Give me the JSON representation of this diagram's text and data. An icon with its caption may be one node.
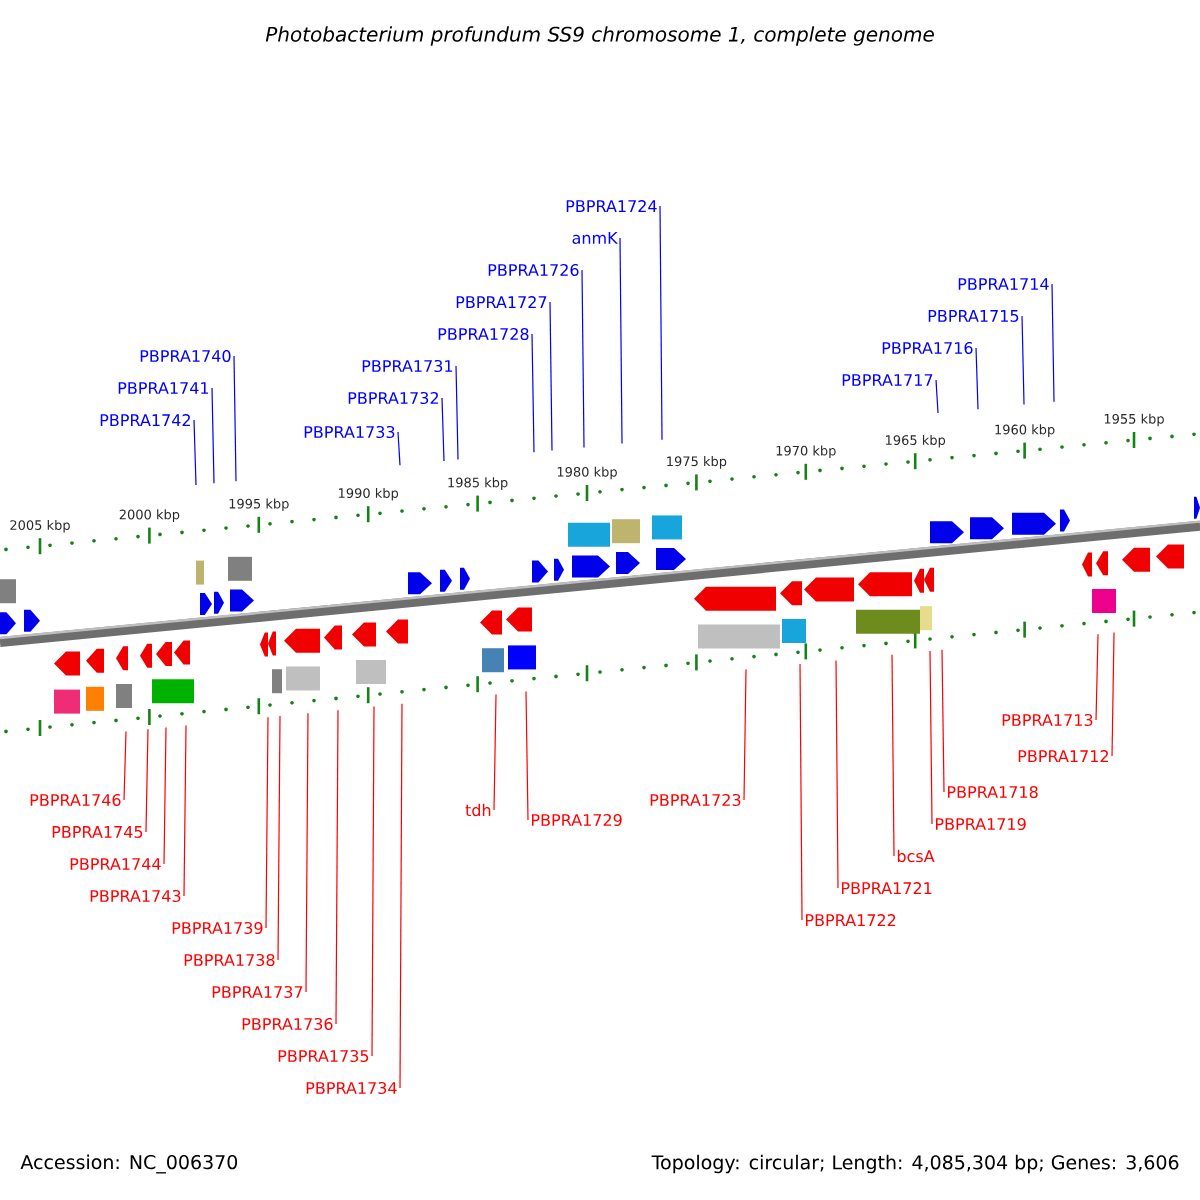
{
  "diagram": {
    "title": "Photobacterium profundum SS9 chromosome 1, complete genome",
    "nodes": [
      {
        "text": [
          "PBPRA1732"
        ]
      },
      {
        "text": [
          "PBPRA1715"
        ]
      },
      {
        "text": [
          "PBPRA1727"
        ]
      },
      {
        "text": [
          "PBPRA1714"
        ]
      },
      {
        "text": [
          "PBPRA1726"
        ]
      },
      {
        "text": [
          "PBPRA1731"
        ]
      },
      {
        "text": [
          "PBPRA1716"
        ]
      },
      {
        "text": [
          "PBPRA1741"
        ]
      },
      {
        "text": [
          "PBPRA1717"
        ]
      },
      {
        "text": [
          "anmK"
        ]
      },
      {
        "text": [
          "PBPRA1728"
        ]
      },
      {
        "text": [
          "PBPRA1724"
        ]
      },
      {
        "text": [
          "PBPRA1740"
        ]
      },
      {
        "text": [
          "PBPRA1733"
        ]
      },
      {
        "text": [
          "PBPRA1742"
        ]
      },
      {
        "text": [
          "PBPRA1713"
        ]
      },
      {
        "text": [
          "PBPRA1712"
        ]
      },
      {
        "text": [
          "PBPRA1723"
        ]
      },
      {
        "text": [
          "PBPRA1718"
        ]
      },
      {
        "text": [
          "tdh"
        ]
      },
      {
        "text": [
          "PBPRA1722"
        ]
      },
      {
        "text": [
          "PBPRA1729"
        ]
      },
      {
        "text": [
          "PBPRA1719"
        ]
      },
      {
        "text": [
          "PBPRA1746"
        ]
      },
      {
        "text": [
          "bcsA"
        ]
      },
      {
        "text": [
          "PBPRA1734"
        ]
      },
      {
        "text": [
          "PBPRA1738"
        ]
      },
      {
        "text": [
          "PBPRA1721"
        ]
      },
      {
        "text": [
          "PBPRA1743"
        ]
      },
      {
        "text": [
          "PBPRA1735"
        ]
      },
      {
        "text": [
          "PBPRA1744"
        ]
      },
      {
        "text": [
          "PBPRA1736"
        ]
      },
      {
        "text": [
          "PBPRA1745"
        ]
      },
      {
        "text": [
          "PBPRA1737"
        ]
      },
      {
        "text": [
          "PBPRA1739"
        ]
      }
    ],
    "edges": [
      {
        "from": 0,
        "to": null,
        "arrow": "none",
        "color": "#0000ff"
      },
      {
        "from": 1,
        "to": null,
        "arrow": "none",
        "color": "#0000ff"
      },
      {
        "from": 2,
        "to": null,
        "arrow": "none",
        "color": "#0000ff"
      },
      {
        "from": 3,
        "to": null,
        "arrow": "none",
        "color": "#0000ff"
      },
      {
        "from": 4,
        "to": null,
        "arrow": "none",
        "color": "#0000ff"
      },
      {
        "from": 5,
        "to": null,
        "arrow": "none",
        "color": "#0000ff"
      },
      {
        "from": 6,
        "to": null,
        "arrow": "none",
        "color": "#0000ff"
      },
      {
        "from": 7,
        "to": null,
        "arrow": "none",
        "color": "#0000ff"
      },
      {
        "from": 8,
        "to": null,
        "arrow": "none",
        "color": "#0000ff"
      },
      {
        "from": 9,
        "to": null,
        "arrow": "none",
        "color": "#0000ff"
      },
      {
        "from": 10,
        "to": null,
        "arrow": "none",
        "color": "#0000ff"
      },
      {
        "from": 11,
        "to": null,
        "arrow": "none",
        "color": "#0000ff"
      },
      {
        "from": 12,
        "to": null,
        "arrow": "none",
        "color": "#0000ff"
      },
      {
        "from": 13,
        "to": null,
        "arrow": "none",
        "color": "#0000ff"
      },
      {
        "from": 14,
        "to": null,
        "arrow": "none",
        "color": "#0000ff"
      },
      {
        "from": 15,
        "to": null,
        "arrow": "none",
        "color": "#ff0000"
      },
      {
        "from": 16,
        "to": null,
        "arrow": "none",
        "color": "#ff0000"
      },
      {
        "from": 17,
        "to": null,
        "arrow": "none",
        "color": "#ff0000"
      },
      {
        "from": 18,
        "to": null,
        "arrow": "none",
        "color": "#ff0000"
      },
      {
        "from": 19,
        "to": null,
        "arrow": "none",
        "color": "#ff0000"
      },
      {
        "from": 20,
        "to": null,
        "arrow": "none",
        "color": "#ff0000"
      },
      {
        "from": 21,
        "to": null,
        "arrow": "none",
        "color": "#ff0000"
      },
      {
        "from": 22,
        "to": null,
        "arrow": "none",
        "color": "#ff0000"
      },
      {
        "from": 23,
        "to": null,
        "arrow": "none",
        "color": "#ff0000"
      },
      {
        "from": 24,
        "to": null,
        "arrow": "none",
        "color": "#ff0000"
      },
      {
        "from": 25,
        "to": null,
        "arrow": "none",
        "color": "#ff0000"
      },
      {
        "from": 26,
        "to": null,
        "arrow": "none",
        "color": "#ff0000"
      },
      {
        "from": 27,
        "to": null,
        "arrow": "none",
        "color": "#ff0000"
      },
      {
        "from": 28,
        "to": null,
        "arrow": "none",
        "color": "#ff0000"
      },
      {
        "from": 29,
        "to": null,
        "arrow": "none",
        "color": "#ff0000"
      },
      {
        "from": 30,
        "to": null,
        "arrow": "none",
        "color": "#ff0000"
      },
      {
        "from": 31,
        "to": null,
        "arrow": "none",
        "color": "#ff0000"
      },
      {
        "from": 32,
        "to": null,
        "arrow": "none",
        "color": "#ff0000"
      },
      {
        "from": 33,
        "to": null,
        "arrow": "none",
        "color": "#ff0000"
      },
      {
        "from": 34,
        "to": null,
        "arrow": "none",
        "color": "#ff0000"
      }
    ],
    "labels": [
      "2005 kbp",
      "2000 kbp",
      "1995 kbp",
      "1990 kbp",
      "1985 kbp",
      "1980 kbp",
      "1975 kbp",
      "1970 kbp",
      "1965 kbp",
      "1960 kbp",
      "1955 kbp",
      "Accession: NC_006370",
      "Topology: circular; Length: 4,085,304 bp; Genes: 3,606"
    ]
  }
}
